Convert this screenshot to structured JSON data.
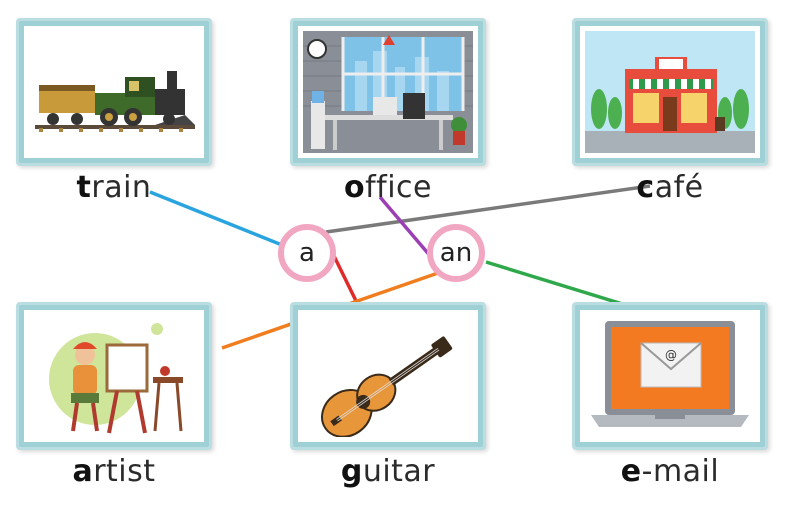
{
  "cards": [
    {
      "id": "train",
      "first": "t",
      "rest": "rain",
      "icon": "train-icon"
    },
    {
      "id": "office",
      "first": "o",
      "rest": "ffice",
      "icon": "office-icon"
    },
    {
      "id": "cafe",
      "first": "c",
      "rest": "afé",
      "icon": "cafe-icon"
    },
    {
      "id": "artist",
      "first": "a",
      "rest": "rtist",
      "icon": "artist-icon"
    },
    {
      "id": "guitar",
      "first": "g",
      "rest": "uitar",
      "icon": "guitar-icon"
    },
    {
      "id": "email",
      "first": "e",
      "rest": "-mail",
      "icon": "laptop-email-icon"
    }
  ],
  "articles": {
    "a": "a",
    "an": "an"
  },
  "connections": [
    {
      "from": "train",
      "to": "a",
      "color": "#2aa4de"
    },
    {
      "from": "cafe",
      "to": "a",
      "color": "#7a7a7a"
    },
    {
      "from": "guitar",
      "to": "a",
      "color": "#e02b2b"
    },
    {
      "from": "office",
      "to": "an",
      "color": "#9b3fb5"
    },
    {
      "from": "artist",
      "to": "an",
      "color": "#f07d1e"
    },
    {
      "from": "email",
      "to": "an",
      "color": "#2ea84a"
    }
  ],
  "colors": {
    "card_border": "#9fd0d6",
    "circle_border": "#f1a7c2"
  }
}
